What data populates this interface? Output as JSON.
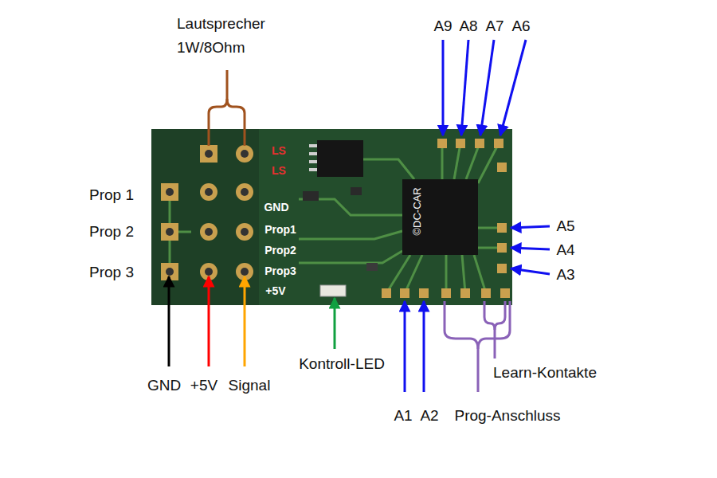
{
  "diagram": {
    "labels": [
      "Lautsprecher 1W/8Ohm",
      "A9",
      "A8",
      "A7",
      "A6",
      "LS",
      "LS",
      "Prop 1",
      "GND",
      "Prop1",
      "A5",
      "Prop 2",
      "Prop2",
      "A4",
      "Prop 3",
      "Prop3",
      "A3",
      "+5V",
      "©DC-CAR",
      "GND",
      "+5V",
      "Signal",
      "Kontroll-LED",
      "A1",
      "A2",
      "Prog-Anschluss",
      "Learn-Kontakte"
    ]
  }
}
